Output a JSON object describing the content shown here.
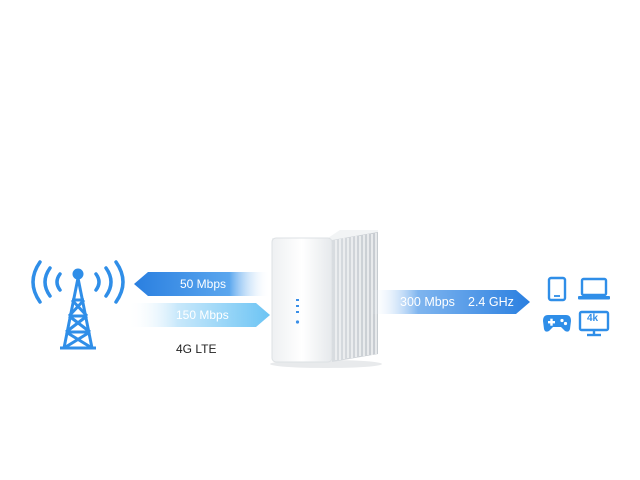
{
  "uplink": {
    "label": "50 Mbps"
  },
  "downlink": {
    "label": "150 Mbps"
  },
  "network": {
    "label": "4G LTE"
  },
  "wifi": {
    "speed": "300 Mbps",
    "band": "2.4 GHz"
  },
  "devices": [
    "tablet-icon",
    "laptop-icon",
    "gamepad-icon",
    "tv-4k-icon"
  ],
  "tv_badge": "4k",
  "colors": {
    "accent": "#2a7fe0",
    "arrow_light": "#bfe4fb",
    "tower": "#2f8ee8"
  }
}
